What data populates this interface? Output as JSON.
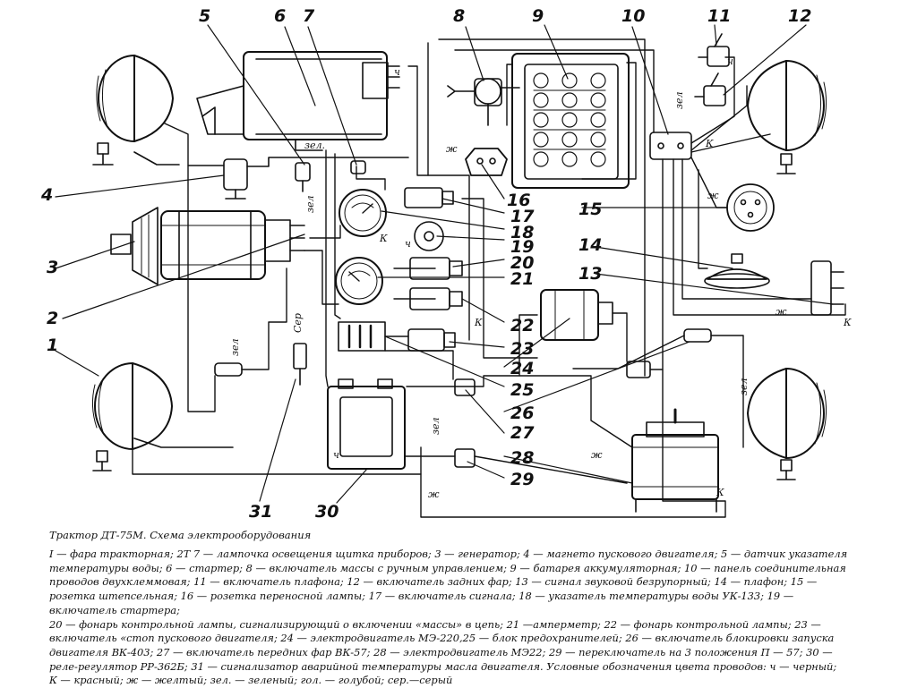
{
  "caption": "Трактор ДТ-75М. Схема электрооборудования",
  "legend_lines": [
    "I — фара тракторная; 2Т 7 — лампочка освещения щитка приборов; 3 — генератор; 4 — магнето пускового двигателя; 5 — датчик указателя",
    "температуры воды; 6 — стартер; 8 — включатель массы с ручным управлением; 9 — батарея аккумуляторная; 10 — панель соединительная",
    "проводов двухклеммовая; 11 — включатель плафона; 12 — включатель задних фар; 13 — сигнал звуковой безрупорный; 14 — плафон; 15 —",
    "розетка штепсельная; 16 — розетка переносной лампы; 17 — включатель сигнала; 18 — указатель температуры воды УК-133; 19 —",
    "включатель стартера;",
    "20 — фонарь контрольной лампы, сигнализирующий о включении «массы» в цепь; 21 —амперметр; 22 — фонарь контрольной лампы; 23 —",
    "включатель «стоп пускового двигателя; 24 — электродвигатель МЭ-220,25 — блок предохранителей; 26 — включатель блокировки запуска",
    "двигателя ВК-403; 27 — включатель передних фар ВК-57; 28 — электродвигатель МЭ22; 29 — переключатель на 3 положения П — 57; 30 —",
    "реле-регулятор РР-362Б; 31 — сигнализатор аварийной температуры масла двигателя. Условные обозначения цвета проводов: ч — черный;",
    "К — красный; ж — желтый; зел. — зеленый; гол. — голубой; сер.—серый"
  ],
  "callouts": [
    {
      "label": "1"
    },
    {
      "label": "2"
    },
    {
      "label": "3"
    },
    {
      "label": "4"
    },
    {
      "label": "5"
    },
    {
      "label": "6"
    },
    {
      "label": "7"
    },
    {
      "label": "8"
    },
    {
      "label": "9"
    },
    {
      "label": "10"
    },
    {
      "label": "11"
    },
    {
      "label": "12"
    },
    {
      "label": "13"
    },
    {
      "label": "14"
    },
    {
      "label": "15"
    },
    {
      "label": "16"
    },
    {
      "label": "17"
    },
    {
      "label": "18"
    },
    {
      "label": "19"
    },
    {
      "label": "20"
    },
    {
      "label": "21"
    },
    {
      "label": "22"
    },
    {
      "label": "23"
    },
    {
      "label": "24"
    },
    {
      "label": "25"
    },
    {
      "label": "26"
    },
    {
      "label": "27"
    },
    {
      "label": "28"
    },
    {
      "label": "29"
    },
    {
      "label": "30"
    },
    {
      "label": "31"
    }
  ],
  "wire_tags": {
    "green": "зел",
    "green_dot": "зел.",
    "black": "ч",
    "red": "К",
    "yellow": "ж",
    "grey": "Сер"
  },
  "colors": {
    "ink": "#111111",
    "background": "#ffffff"
  }
}
